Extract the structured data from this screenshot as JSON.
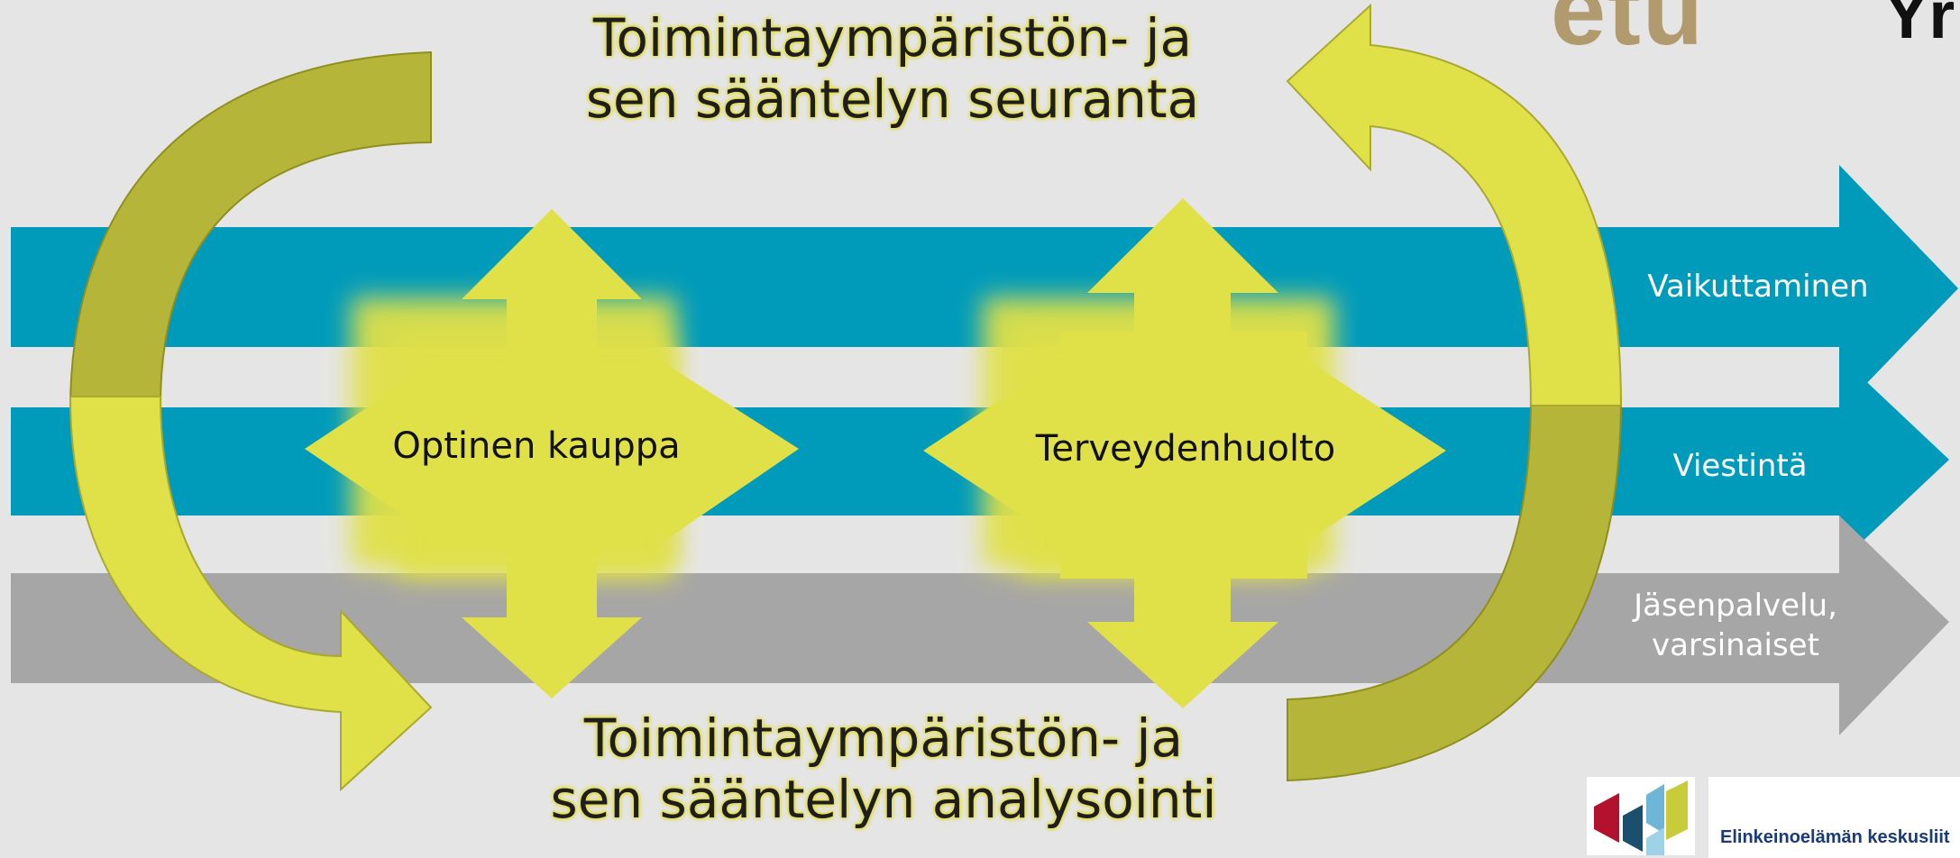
{
  "titles": {
    "top_line1": "Toimintaympäristön- ja",
    "top_line2": "sen sääntelyn seuranta",
    "bottom_line1": "Toimintaympäristön- ja",
    "bottom_line2": "sen sääntelyn analysointi"
  },
  "bands": {
    "vaikuttaminen": "Vaikuttaminen",
    "viestinta": "Viestintä",
    "jasenpalvelu_line1": "Jäsenpalvelu,",
    "jasenpalvelu_line2": "varsinaiset"
  },
  "nodes": {
    "optinen": "Optinen kauppa",
    "terveys": "Terveydenhuolto"
  },
  "logos": {
    "etu": "etu",
    "yr": "Yr",
    "ek": "Elinkeinoelämän keskusliit"
  },
  "colors": {
    "teal": "#009bbb",
    "gray": "#a6a6a6",
    "yellow": "#e0e049",
    "olive": "#b5b53a",
    "background": "#e5e5e5"
  }
}
